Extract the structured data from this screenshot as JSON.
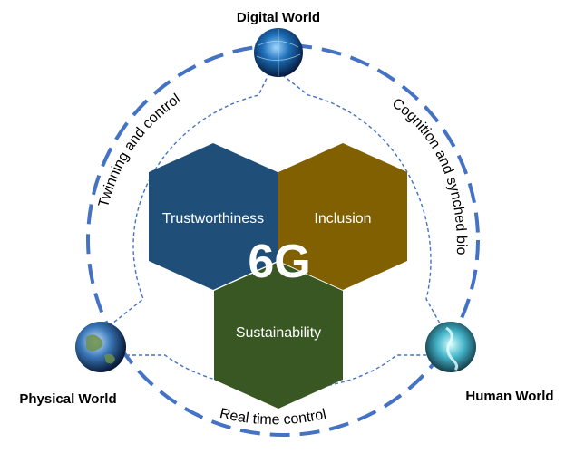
{
  "nodes": {
    "digital": {
      "label": "Digital World"
    },
    "physical": {
      "label": "Physical World"
    },
    "human": {
      "label": "Human World"
    }
  },
  "arcs": {
    "left": "Twinning and control",
    "right": "Cognition and synched bio",
    "bottom": "Real time control"
  },
  "hexagons": {
    "trust": "Trustworthiness",
    "inclusion": "Inclusion",
    "sustainability": "Sustainability"
  },
  "center": "6G",
  "colors": {
    "dash_ring": "#4472c4",
    "hex_trust": "#1f4e79",
    "hex_inclusion": "#806000",
    "hex_sustainability": "#385723"
  }
}
